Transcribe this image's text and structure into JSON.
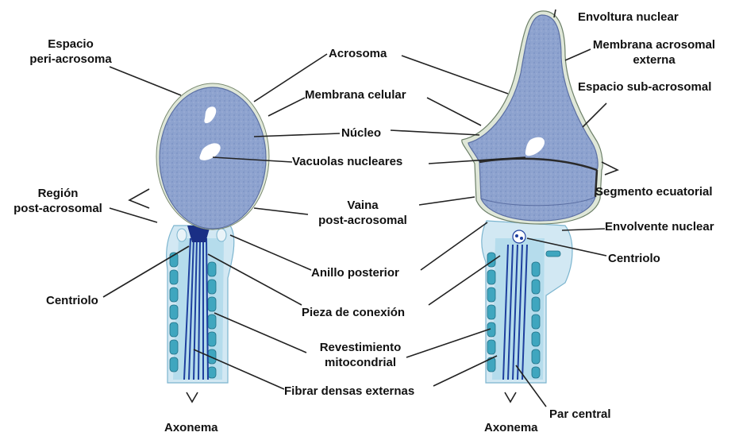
{
  "labels": {
    "espacio_peri_acrosoma": [
      "Espacio",
      "peri-acrosoma"
    ],
    "region_post_acrosomal": [
      "Región",
      "post-acrosomal"
    ],
    "centriolo_left": "Centriolo",
    "axonema_left": "Axonema",
    "acrosoma": "Acrosoma",
    "membrana_celular": "Membrana celular",
    "nucleo": "Núcleo",
    "vacuolas_nucleares": "Vacuolas nucleares",
    "vaina_post_acrosomal": [
      "Vaina",
      "post-acrosomal"
    ],
    "anillo_posterior": "Anillo posterior",
    "pieza_de_conexion": "Pieza de conexión",
    "revestimiento_mitocondrial": [
      "Revestimiento",
      "mitocondrial"
    ],
    "fibras_densas_externas": "Fibrar densas externas",
    "envoltura_nuclear": "Envoltura nuclear",
    "membrana_acrosomal_externa": [
      "Membrana acrosomal",
      "externa"
    ],
    "espacio_sub_acrosomal": "Espacio sub-acrosomal",
    "segmento_ecuatorial": "Segmento ecuatorial",
    "envolvente_nuclear": "Envolvente nuclear",
    "centriolo_right": "Centriolo",
    "par_central": "Par central",
    "axonema_right": "Axonema"
  },
  "colors": {
    "nucleus": "#8ea3cf",
    "acrosome_cap": "#dfe7d8",
    "midpiece_outer": "#d2e8f3",
    "midpiece_inner": "#9fd3e6",
    "mitochondria": "#3fa6bf",
    "fibers": "#1e3f9e",
    "connecting_piece": "#1a2f85"
  }
}
